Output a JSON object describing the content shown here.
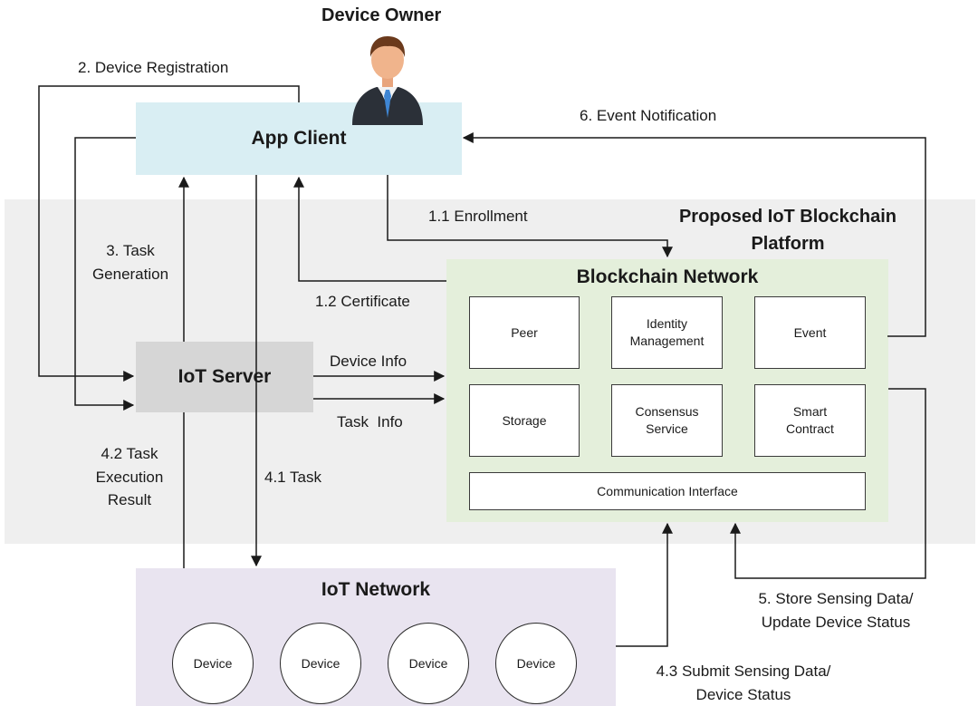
{
  "owner": {
    "label": "Device Owner"
  },
  "app_client": {
    "label": "App Client"
  },
  "iot_server": {
    "label": "IoT Server"
  },
  "platform": {
    "title": "Proposed IoT Blockchain\nPlatform"
  },
  "blockchain": {
    "title": "Blockchain Network",
    "modules": {
      "peer": "Peer",
      "identity": "Identity\nManagement",
      "event": "Event",
      "storage": "Storage",
      "consensus": "Consensus\nService",
      "smart_contract": "Smart\nContract",
      "communication": "Communication Interface"
    }
  },
  "iot_network": {
    "title": "IoT Network",
    "devices": [
      "Device",
      "Device",
      "Device",
      "Device"
    ]
  },
  "flows": {
    "device_registration": "2. Device Registration",
    "event_notification": "6. Event Notification",
    "enrollment": "1.1 Enrollment",
    "certificate": "1.2 Certificate",
    "task_generation": "3. Task\nGeneration",
    "device_info": "Device Info",
    "task_info": "Task  Info",
    "task_execution_result": "4.2 Task\nExecution\nResult",
    "task": "4.1 Task",
    "store_sensing": "5. Store Sensing Data/\nUpdate Device Status",
    "submit_sensing": "4.3 Submit Sensing Data/\nDevice Status"
  },
  "colors": {
    "app_client": "#d9eef3",
    "iot_server": "#d6d6d6",
    "blockchain_network": "#e4efdb",
    "iot_network": "#e9e4f0",
    "platform_background": "#efefef"
  }
}
